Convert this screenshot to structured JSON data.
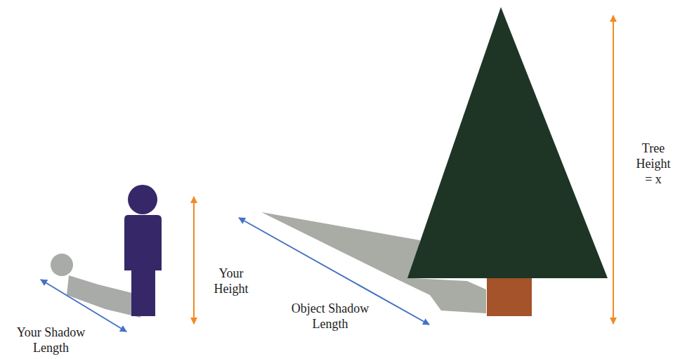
{
  "diagram": {
    "labels": [
      "Your Shadow Length",
      "Your Height",
      "Object Shadow Length",
      "Tree Height = x"
    ]
  }
}
